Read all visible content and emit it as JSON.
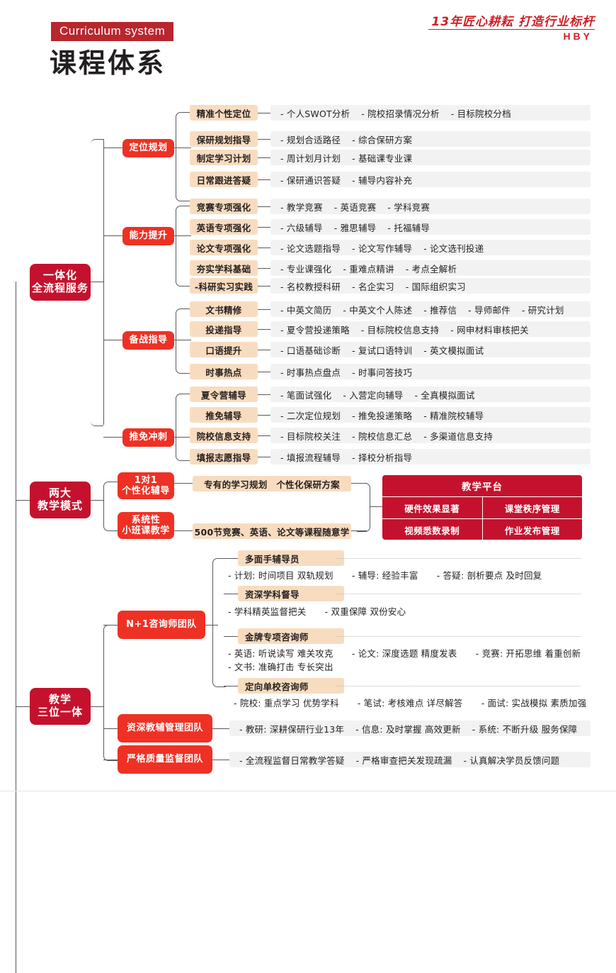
{
  "header": {
    "tag": "Curriculum system",
    "title": "课程体系",
    "slogan": "13年匠心耕耘 打造行业标杆",
    "logo": "HBY"
  },
  "roots": [
    {
      "line1": "一体化",
      "line2": "全流程服务"
    },
    {
      "line1": "两大",
      "line2": "教学模式"
    },
    {
      "line1": "教学",
      "line2": "三位一体"
    }
  ],
  "branch1": {
    "categories": [
      {
        "name": "定位规划",
        "items": [
          {
            "label": "精准个性定位",
            "details": [
              "- 个人SWOT分析",
              "- 院校招录情况分析",
              "- 目标院校分档"
            ]
          },
          {
            "label": "保研规划指导",
            "details": [
              "- 规划合适路径",
              "- 综合保研方案"
            ]
          },
          {
            "label": "制定学习计划",
            "details": [
              "- 周计划月计划",
              "- 基础课专业课"
            ]
          },
          {
            "label": "日常跟进答疑",
            "details": [
              "- 保研通识答疑",
              "- 辅导内容补充"
            ]
          }
        ]
      },
      {
        "name": "能力提升",
        "items": [
          {
            "label": "竞赛专项强化",
            "details": [
              "- 教学竞赛",
              "- 英语竞赛",
              "- 学科竞赛"
            ]
          },
          {
            "label": "英语专项强化",
            "details": [
              "- 六级辅导",
              "- 雅思辅导",
              "- 托福辅导"
            ]
          },
          {
            "label": "论文专项强化",
            "details": [
              "- 论文选题指导",
              "- 论文写作辅导",
              "- 论文选刊投递"
            ]
          },
          {
            "label": "夯实学科基础",
            "details": [
              "- 专业课强化",
              "- 重难点精讲",
              "- 考点全解析"
            ]
          },
          {
            "label": "-科研实习实践",
            "details": [
              "- 名校教授科研",
              "- 名企实习",
              "- 国际组织实习"
            ]
          }
        ]
      },
      {
        "name": "备战指导",
        "items": [
          {
            "label": "文书精修",
            "details": [
              "- 中英文简历",
              "- 中英文个人陈述",
              "- 推荐信",
              "- 导师邮件",
              "- 研究计划"
            ]
          },
          {
            "label": "投递指导",
            "details": [
              "- 夏令营投递策略",
              "- 目标院校信息支持",
              "- 网申材料审核把关"
            ]
          },
          {
            "label": "口语提升",
            "details": [
              "- 口语基础诊断",
              "- 复试口语特训",
              "- 英文模拟面试"
            ]
          },
          {
            "label": "时事热点",
            "details": [
              "- 时事热点盘点",
              "- 时事问答技巧"
            ]
          }
        ]
      },
      {
        "name": "推免冲刺",
        "items": [
          {
            "label": "夏令营辅导",
            "details": [
              "- 笔面试强化",
              "- 入营定向辅导",
              "- 全真模拟面试"
            ]
          },
          {
            "label": "推免辅导",
            "details": [
              "- 二次定位规划",
              "- 推免投递策略",
              "- 精准院校辅导"
            ]
          },
          {
            "label": "院校信息支持",
            "details": [
              "- 目标院校关注",
              "- 院校信息汇总",
              "- 多渠道信息支持"
            ]
          },
          {
            "label": "填报志愿指导",
            "details": [
              "- 填报流程辅导",
              "- 择校分析指导"
            ]
          }
        ]
      }
    ]
  },
  "branch2": {
    "modes": [
      {
        "line1": "1对1",
        "line2": "个性化辅导",
        "desc": "专有的学习规划　个性化保研方案"
      },
      {
        "line1": "系统性",
        "line2": "小班课教学",
        "desc": "500节竞赛、英语、论文等课程随意学"
      }
    ],
    "platform": {
      "title": "教学平台",
      "cells": [
        [
          "硬件效果显著",
          "课堂秩序管理"
        ],
        [
          "视频悉数录制",
          "作业发布管理"
        ]
      ]
    }
  },
  "branch3": {
    "teams": [
      {
        "name": "N+1咨询师团队",
        "roles": [
          {
            "label": "多面手辅导员",
            "lines": [
              [
                "- 计划: 时间项目 双轨规划",
                "- 辅导: 经验丰富",
                "- 答疑: 剖析要点 及时回复"
              ]
            ]
          },
          {
            "label": "资深学科督导",
            "lines": [
              [
                "- 学科精英监督把关",
                "- 双重保障 双份安心"
              ]
            ]
          },
          {
            "label": "金牌专项咨询师",
            "lines": [
              [
                "- 英语: 听说读写 难关攻克",
                "- 论文: 深度选题 精度发表",
                "- 竞赛: 开拓思维 着重创新"
              ],
              [
                "- 文书: 准确打击 专长突出"
              ]
            ]
          },
          {
            "label": "定向单校咨询师",
            "lines": [
              [
                "- 院校: 重点学习 优势学科",
                "- 笔试: 考核难点 详尽解答",
                "- 面试: 实战模拟 素质加强"
              ]
            ]
          }
        ]
      },
      {
        "name": "资深教辅管理团队",
        "details": [
          "- 教研: 深耕保研行业13年",
          "- 信息: 及时掌握 高效更新",
          "- 系统: 不断升级 服务保障"
        ]
      },
      {
        "name": "严格质量监督团队",
        "details": [
          "- 全流程监督日常教学答疑",
          "- 严格审查把关发现疏漏",
          "- 认真解决学员反馈问题"
        ]
      }
    ]
  },
  "colors": {
    "root_red": "#c4122e",
    "category_red": "#ee3124",
    "peach": "#f8dcc0",
    "gray": "#f2f2f2",
    "line": "#595959"
  }
}
